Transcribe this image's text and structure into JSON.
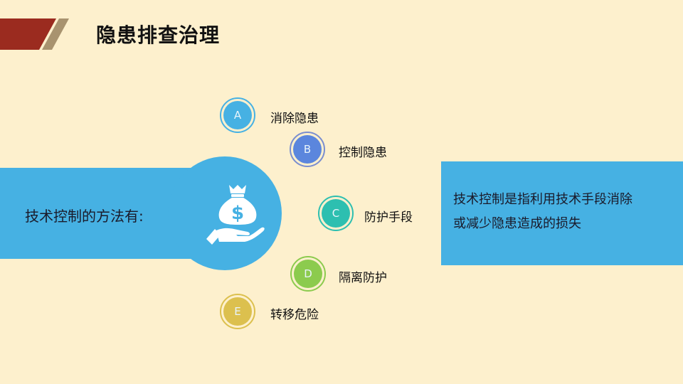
{
  "header": {
    "title": "隐患排查治理"
  },
  "left_panel": {
    "text": "技术控制的方法有:",
    "icon": "money-bag-hand-icon",
    "color": "#46b1e3"
  },
  "items": [
    {
      "letter": "A",
      "label": "消除隐患",
      "color": "#46b1e3",
      "ring": "#46b1e3"
    },
    {
      "letter": "B",
      "label": "控制隐患",
      "color": "#5b86dd",
      "ring": "#7a8ecf"
    },
    {
      "letter": "C",
      "label": "防护手段",
      "color": "#2dbfb0",
      "ring": "#2dbfb0"
    },
    {
      "letter": "D",
      "label": "隔离防护",
      "color": "#8ccb4e",
      "ring": "#8ccb4e"
    },
    {
      "letter": "E",
      "label": "转移危险",
      "color": "#dcc04e",
      "ring": "#dcc04e"
    }
  ],
  "right_panel": {
    "line1": "技术控制是指利用技术手段消除",
    "line2": "或减少隐患造成的损失",
    "color": "#46b1e3"
  }
}
